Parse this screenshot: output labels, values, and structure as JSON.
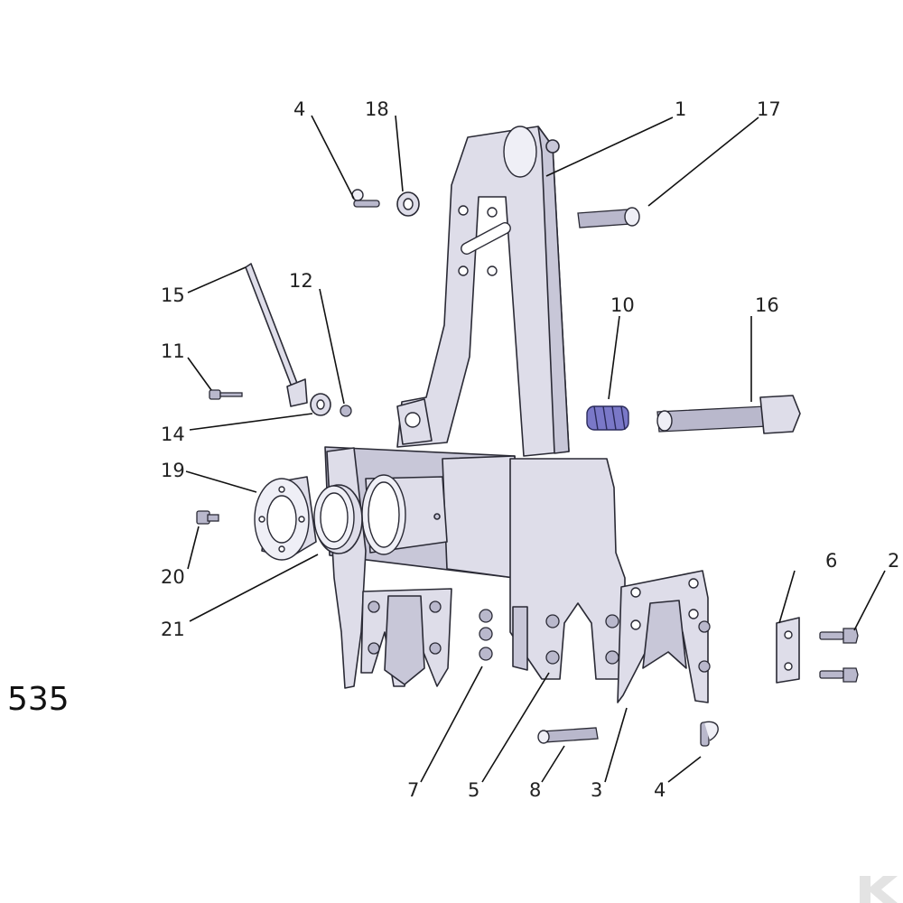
{
  "figure_number": "535",
  "callouts": [
    "1",
    "2",
    "3",
    "4",
    "4",
    "5",
    "6",
    "7",
    "8",
    "10",
    "11",
    "12",
    "14",
    "15",
    "16",
    "17",
    "18",
    "19",
    "20",
    "21"
  ],
  "colors": {
    "part_fill": "#dedde9",
    "outline": "#2a2a35",
    "spring": "#7a78c8",
    "watermark": "#e3e3e3"
  },
  "watermark_icon": "k-logo-icon"
}
